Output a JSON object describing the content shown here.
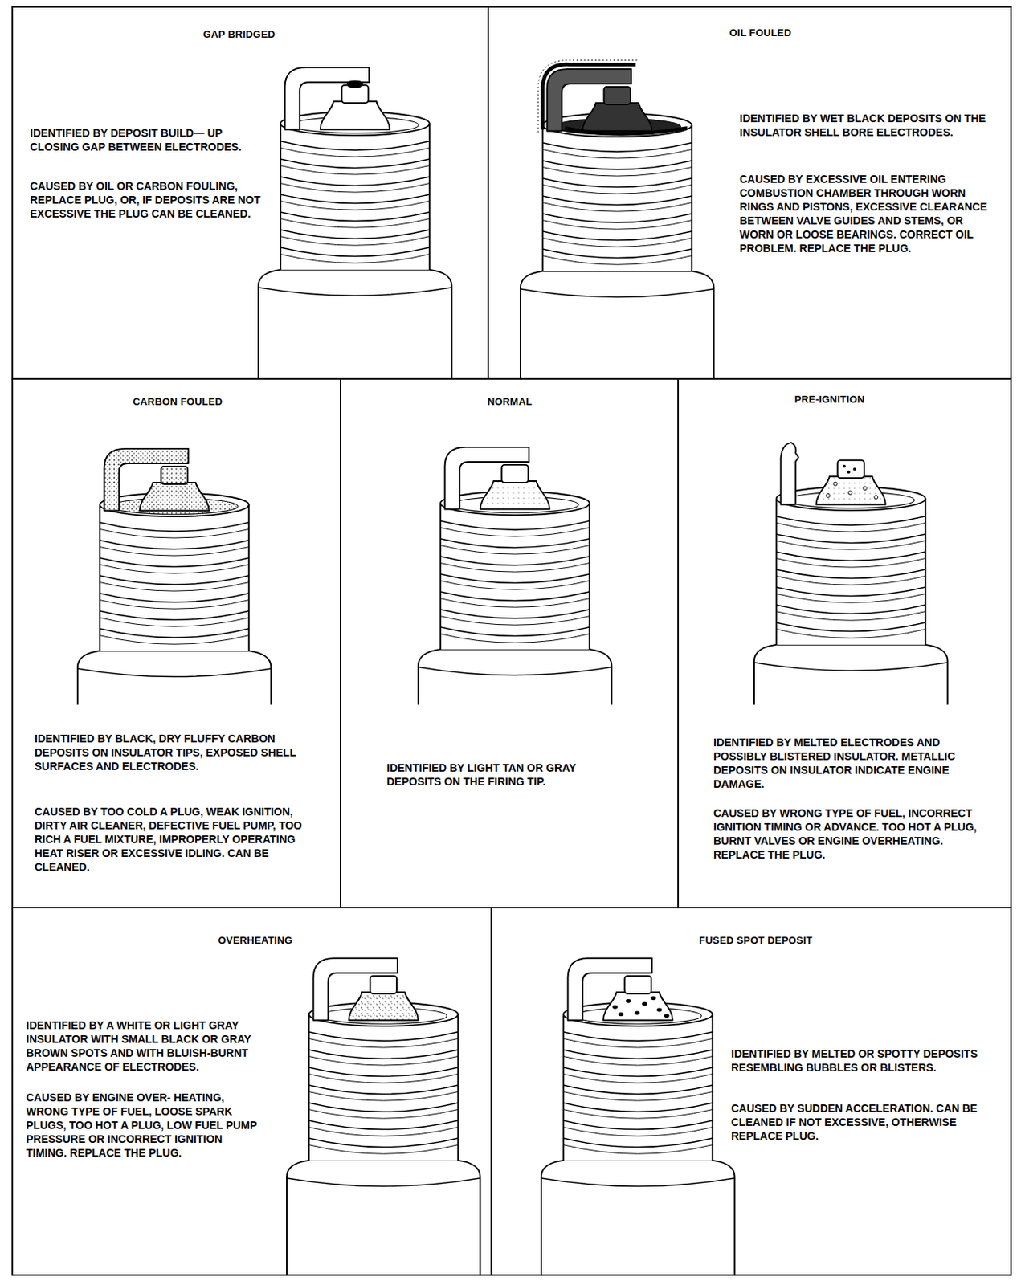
{
  "diagram": {
    "nodes": [
      {
        "text": [
          "GAP BRIDGED",
          "IDENTIFIED BY DEPOSIT BUILD— UP CLOSING GAP BETWEEN ELECTRODES.",
          "CAUSED BY OIL OR CARBON FOULING, REPLACE PLUG, OR, IF DEPOSITS ARE NOT EXCESSIVE THE PLUG CAN BE CLEANED."
        ]
      },
      {
        "text": [
          "OIL FOULED",
          "IDENTIFIED BY WET BLACK DEPOSITS ON THE INSULATOR SHELL BORE ELECTRODES.",
          "CAUSED BY EXCESSIVE OIL ENTERING COMBUSTION CHAMBER THROUGH WORN RINGS AND PISTONS, EXCESSIVE CLEARANCE BETWEEN VALVE GUIDES AND STEMS, OR WORN OR LOOSE BEARINGS. CORRECT OIL PROBLEM. REPLACE THE PLUG."
        ]
      },
      {
        "text": [
          "CARBON FOULED",
          "IDENTIFIED BY BLACK, DRY FLUFFY CARBON DEPOSITS ON INSULATOR TIPS, EXPOSED SHELL SURFACES AND ELECTRODES.",
          "CAUSED BY TOO COLD A PLUG, WEAK IGNITION, DIRTY AIR CLEANER, DEFECTIVE FUEL PUMP, TOO RICH A FUEL MIXTURE, IMPROPERLY OPERATING HEAT RISER OR EXCESSIVE IDLING. CAN BE CLEANED."
        ]
      },
      {
        "text": [
          "NORMAL",
          "IDENTIFIED BY LIGHT TAN OR GRAY DEPOSITS ON THE FIRING TIP."
        ]
      },
      {
        "text": [
          "PRE-IGNITION",
          "IDENTIFIED BY MELTED ELECTRODES AND POSSIBLY BLISTERED INSULATOR. METALLIC DEPOSITS ON INSULATOR INDICATE ENGINE DAMAGE.",
          "CAUSED BY WRONG TYPE OF FUEL, INCORRECT IGNITION TIMING OR ADVANCE. TOO HOT A PLUG, BURNT VALVES OR ENGINE OVERHEATING. REPLACE THE PLUG."
        ]
      },
      {
        "text": [
          "OVERHEATING",
          "IDENTIFIED BY A WHITE OR LIGHT GRAY INSULATOR WITH SMALL BLACK OR GRAY BROWN SPOTS AND WITH BLUISH-BURNT APPEARANCE OF ELECTRODES.",
          "CAUSED BY ENGINE OVER- HEATING, WRONG TYPE OF FUEL, LOOSE SPARK PLUGS, TOO HOT A PLUG, LOW FUEL PUMP PRESSURE OR INCORRECT IGNITION TIMING. REPLACE THE PLUG."
        ]
      },
      {
        "text": [
          "FUSED SPOT DEPOSIT",
          "IDENTIFIED BY MELTED OR SPOTTY DEPOSITS RESEMBLING BUBBLES OR BLISTERS.",
          "CAUSED BY SUDDEN ACCELERATION. CAN BE CLEANED IF NOT EXCESSIVE, OTHERWISE REPLACE PLUG."
        ]
      }
    ]
  }
}
